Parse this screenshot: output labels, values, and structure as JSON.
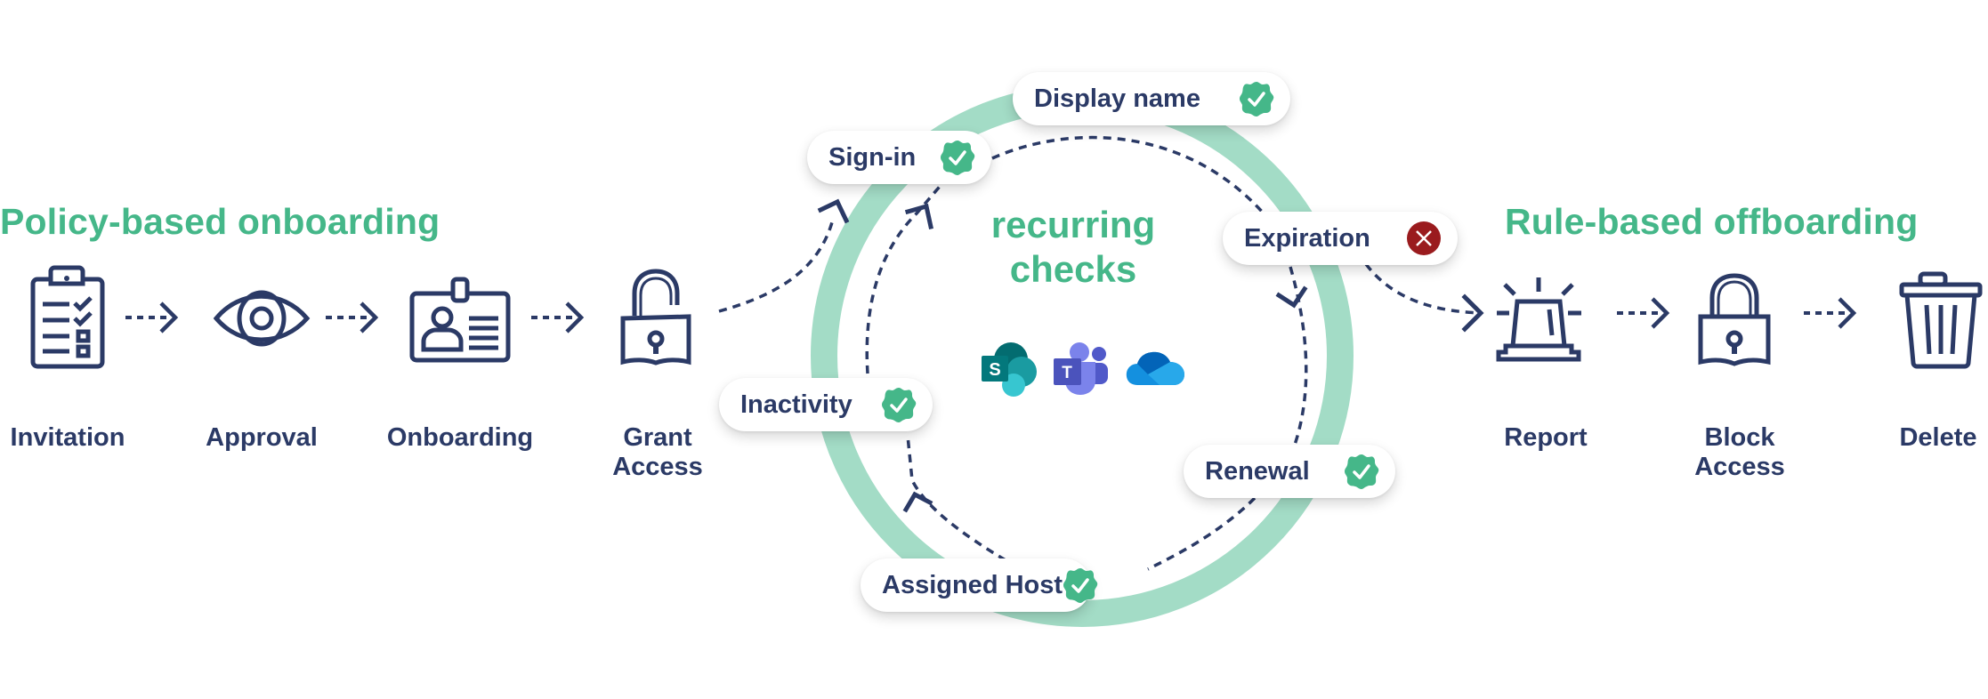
{
  "colors": {
    "navy": "#2b3a66",
    "green": "#45b789",
    "ring": "#a3dcc6",
    "fail": "#9a1b1e"
  },
  "onboarding": {
    "title": "Policy-based onboarding",
    "steps": [
      {
        "label_line1": "Invitation",
        "label_line2": "",
        "icon": "clipboard-checklist-icon"
      },
      {
        "label_line1": "Approval",
        "label_line2": "",
        "icon": "eye-icon"
      },
      {
        "label_line1": "Onboarding",
        "label_line2": "",
        "icon": "id-badge-icon"
      },
      {
        "label_line1": "Grant",
        "label_line2": "Access",
        "icon": "unlocked-padlock-icon"
      }
    ]
  },
  "recurring": {
    "title_line1": "recurring",
    "title_line2": "checks",
    "apps": [
      "sharepoint-icon",
      "teams-icon",
      "onedrive-icon"
    ],
    "checks": [
      {
        "label": "Display name",
        "status": "pass"
      },
      {
        "label": "Sign-in",
        "status": "pass"
      },
      {
        "label": "Expiration",
        "status": "fail"
      },
      {
        "label": "Inactivity",
        "status": "pass"
      },
      {
        "label": "Renewal",
        "status": "pass"
      },
      {
        "label": "Assigned Host",
        "status": "pass"
      }
    ]
  },
  "offboarding": {
    "title": "Rule-based offboarding",
    "steps": [
      {
        "label_line1": "Report",
        "label_line2": "",
        "icon": "siren-alarm-icon"
      },
      {
        "label_line1": "Block",
        "label_line2": "Access",
        "icon": "locked-padlock-icon"
      },
      {
        "label_line1": "Delete",
        "label_line2": "",
        "icon": "trash-can-icon"
      }
    ]
  }
}
